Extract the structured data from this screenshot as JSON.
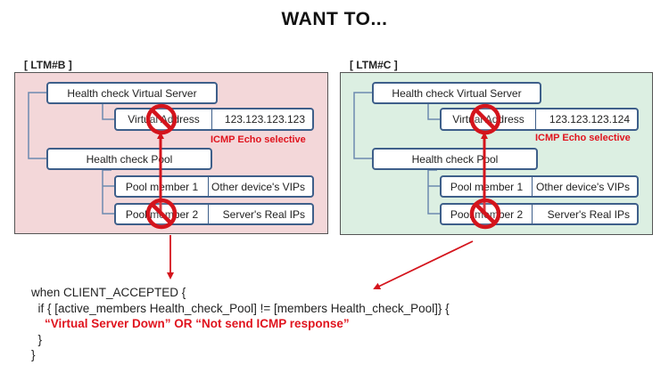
{
  "title": "WANT TO...",
  "ltm_b": {
    "label": "[ LTM#B ]",
    "vs_box": "Health check Virtual Server",
    "vaddr_label": "Virtual Address",
    "vaddr_value": "123.123.123.123",
    "icmp": "ICMP Echo selective",
    "pool_box": "Health check Pool",
    "member1_label": "Pool member 1",
    "member1_value": "Other device's VIPs",
    "member2_label": "Pool member 2",
    "member2_value": "Server's Real IPs"
  },
  "ltm_c": {
    "label": "[ LTM#C ]",
    "vs_box": "Health check Virtual Server",
    "vaddr_label": "Virtual Address",
    "vaddr_value": "123.123.123.124",
    "icmp": "ICMP Echo selective",
    "pool_box": "Health check Pool",
    "member1_label": "Pool member 1",
    "member1_value": "Other device's VIPs",
    "member2_label": "Pool member 2",
    "member2_value": "Server's Real IPs"
  },
  "code": {
    "line1": "when CLIENT_ACCEPTED {",
    "line2": "  if { [active_members Health_check_Pool] != [members Health_check_Pool]} {",
    "line3": "    “Virtual Server Down” OR “Not send ICMP response”",
    "line4": "  }",
    "line5": "}"
  },
  "colors": {
    "ltm_b_bg": "#f3d7d9",
    "ltm_c_bg": "#dcefe2",
    "box_border": "#3e5f8a",
    "accent_red": "#e0141e"
  },
  "icons": [
    "no-entry-sign",
    "red-arrow"
  ]
}
